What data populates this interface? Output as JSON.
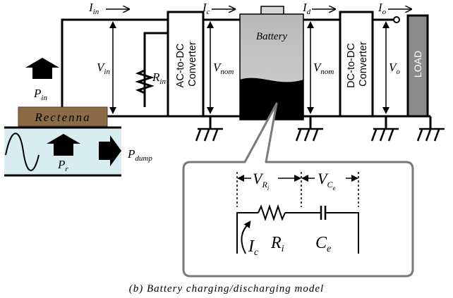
{
  "currents": {
    "I_in": {
      "main": "I",
      "sub": "in"
    },
    "I_c": {
      "main": "I",
      "sub": "c"
    },
    "I_d": {
      "main": "I",
      "sub": "d"
    },
    "I_o": {
      "main": "I",
      "sub": "o"
    }
  },
  "voltages": {
    "V_in": {
      "main": "V",
      "sub": "in"
    },
    "V_nom_left": {
      "main": "V",
      "sub": "nom"
    },
    "V_nom_right": {
      "main": "V",
      "sub": "nom"
    },
    "V_o": {
      "main": "V",
      "sub": "o"
    }
  },
  "resistor": {
    "main": "R",
    "sub": "in"
  },
  "powers": {
    "P_in": {
      "main": "P",
      "sub": "in"
    },
    "P_r": {
      "main": "P",
      "sub": "r"
    },
    "P_dump": {
      "main": "P",
      "sub": "dump"
    }
  },
  "blocks": {
    "rectenna": "Rectenna",
    "ac_dc_line1": "AC-to-DC",
    "ac_dc_line2": "Converter",
    "battery": "Battery",
    "dc_dc_line1": "DC-to-DC",
    "dc_dc_line2": "Converter",
    "load": "LOAD"
  },
  "model": {
    "V_Ri": {
      "main": "V",
      "sub": "R",
      "subsub": "i"
    },
    "V_Ce": {
      "main": "V",
      "sub": "C",
      "subsub": "e"
    },
    "Ri": {
      "main": "R",
      "sub": "i"
    },
    "Ce": {
      "main": "C",
      "sub": "e"
    },
    "Ic": {
      "main": "I",
      "sub": "c"
    }
  },
  "caption": "(b) Battery charging/discharging model"
}
